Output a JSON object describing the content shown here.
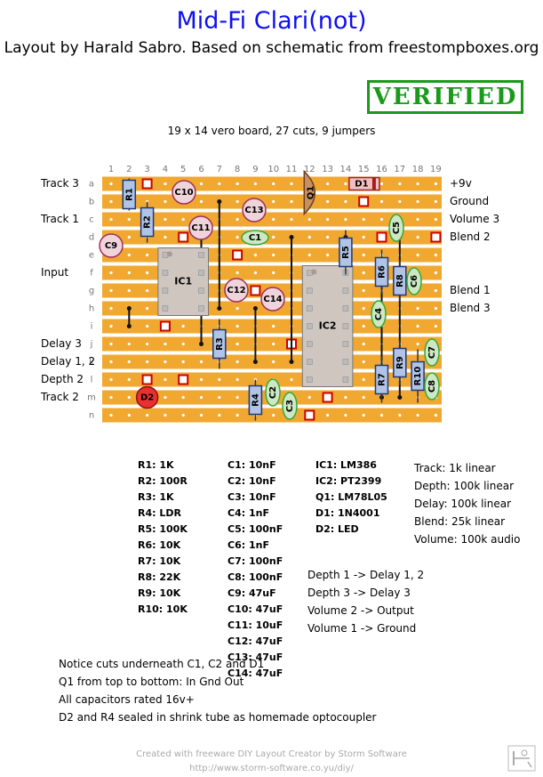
{
  "title": "Mid-Fi Clari(not)",
  "subtitle": "Layout by Harald Sabro. Based on schematic from freestompboxes.org",
  "stamp": "VERIFIED",
  "board_info": "19 x 14 vero board, 27 cuts, 9 jumpers",
  "columns": [
    "1",
    "2",
    "3",
    "4",
    "5",
    "6",
    "7",
    "8",
    "9",
    "10",
    "11",
    "12",
    "13",
    "14",
    "15",
    "16",
    "17",
    "18",
    "19"
  ],
  "rows": [
    "a",
    "b",
    "c",
    "d",
    "e",
    "f",
    "g",
    "h",
    "i",
    "j",
    "k",
    "l",
    "m",
    "n"
  ],
  "left_labels": [
    {
      "text": "Track 3",
      "row": 0
    },
    {
      "text": "Track 1",
      "row": 2
    },
    {
      "text": "Input",
      "row": 5
    },
    {
      "text": "Delay 3",
      "row": 9
    },
    {
      "text": "Delay 1, 2",
      "row": 10
    },
    {
      "text": "Depth 2",
      "row": 11
    },
    {
      "text": "Track 2",
      "row": 12
    }
  ],
  "right_labels": [
    {
      "text": "+9v",
      "row": 0
    },
    {
      "text": "Ground",
      "row": 1
    },
    {
      "text": "Volume 3",
      "row": 2
    },
    {
      "text": "Blend 2",
      "row": 3
    },
    {
      "text": "Blend 1",
      "row": 6
    },
    {
      "text": "Blend 3",
      "row": 7
    }
  ],
  "components": {
    "r1": "R1",
    "r2": "R2",
    "r3": "R3",
    "r4": "R4",
    "r5": "R5",
    "r6": "R6",
    "r7": "R7",
    "r8": "R8",
    "r9": "R9",
    "r10": "R10",
    "c1": "C1",
    "c2": "C2",
    "c3": "C3",
    "c4": "C4",
    "c5": "C5",
    "c6": "C6",
    "c7": "C7",
    "c8": "C8",
    "c9": "C9",
    "c10": "C10",
    "c11": "C11",
    "c12": "C12",
    "c13": "C13",
    "c14": "C14",
    "ic1": "IC1",
    "ic2": "IC2",
    "q1": "Q1",
    "d1": "D1",
    "d2": "D2"
  },
  "resistors": [
    "R1: 1K",
    "R2: 100R",
    "R3: 1K",
    "R4: LDR",
    "R5: 100K",
    "R6: 10K",
    "R7: 10K",
    "R8: 22K",
    "R9: 10K",
    "R10: 10K"
  ],
  "capacitors": [
    "C1: 10nF",
    "C2: 10nF",
    "C3: 10nF",
    "C4: 1nF",
    "C5: 100nF",
    "C6: 1nF",
    "C7: 100nF",
    "C8: 100nF",
    "C9: 47uF",
    "C10: 47uF",
    "C11: 10uF",
    "C12: 47uF",
    "C13: 47uF",
    "C14: 47uF"
  ],
  "semis": [
    "IC1: LM386",
    "IC2: PT2399",
    "Q1: LM78L05",
    "D1: 1N4001",
    "D2: LED"
  ],
  "pots": [
    "Track: 1k linear",
    "Depth: 100k linear",
    "Delay: 100k linear",
    "Blend: 25k linear",
    "Volume: 100k audio"
  ],
  "wiring": [
    "Depth 1 -> Delay 1, 2",
    "Depth 3 -> Delay 3",
    "Volume 2 -> Output",
    "Volume 1 -> Ground"
  ],
  "notes": [
    "Notice cuts underneath C1, C2 and D1",
    "Q1 from top to bottom: In Gnd Out",
    "All capacitors rated 16v+",
    "D2 and R4 sealed in shrink tube as homemade optocoupler"
  ],
  "footer1": "Created with freeware DIY Layout Creator by Storm Software",
  "footer2": "http://www.storm-software.co.yu/diy/",
  "colors": {
    "strip": "#f0a830",
    "board": "#ffffff",
    "title": "#1010ee",
    "stamp": "#1a9a1a",
    "wire": "#1a3cc8"
  }
}
